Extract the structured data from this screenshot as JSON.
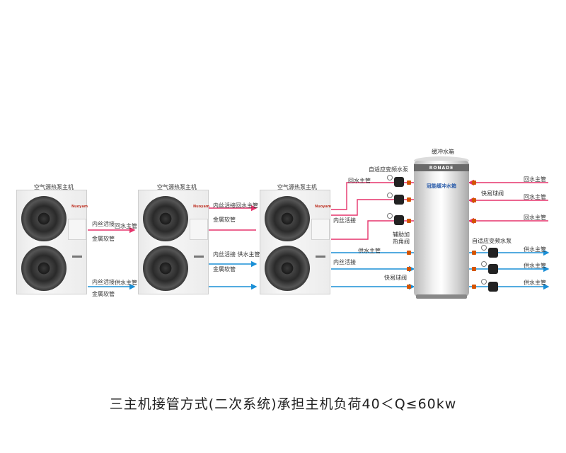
{
  "caption": "三主机接管方式(二次系统)承担主机负荷40＜Q≤60kw",
  "units": [
    {
      "title": "空气源热泵主机",
      "brand": "Nuoyam"
    },
    {
      "title": "空气源热泵主机",
      "brand": "Nuoyam"
    },
    {
      "title": "空气源热泵主机",
      "brand": "Nuoyam"
    }
  ],
  "labels": {
    "inner_union": "内丝活接",
    "return_main": "回水主管",
    "metal_hose": "金属软管",
    "supply_main": "供水主管",
    "buffer_tank": "缓冲水箱",
    "adaptive_pump": "自适应变频水泵",
    "quick_valve": "快易球阀",
    "aux_heater": "辅助加热角阀",
    "inner_union_return": "内丝活接回水主管",
    "inner_union_supply": "内丝活接 供水主管"
  },
  "tank": {
    "brand": "RONADE",
    "name": "冠能缓冲水箱"
  },
  "colors": {
    "return": "#e5336b",
    "supply": "#1a8fd6",
    "arrow_return": "#e5336b",
    "arrow_supply": "#1a8fd6"
  }
}
